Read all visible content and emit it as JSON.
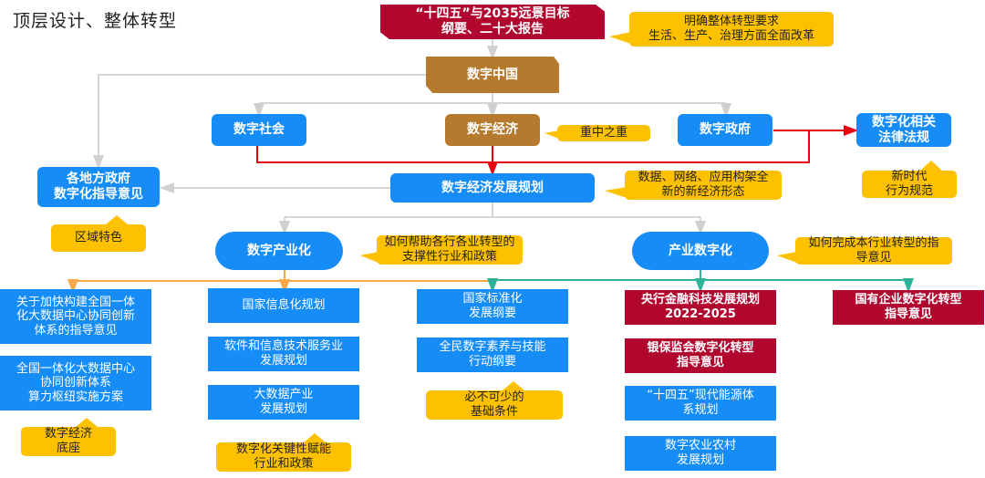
{
  "title": "顶层设计、整体转型",
  "colors": {
    "blue": "#168cf7",
    "crimson": "#b1072f",
    "brown": "#b67a2e",
    "note_yellow": "#fec100",
    "connector_gray": "#d6d6d6",
    "connector_red": "#e60012",
    "connector_orange": "#f8a84a",
    "connector_teal": "#2fb29a"
  },
  "top": {
    "source": "“十四五”与2035远景目标\n纲要、二十大报告",
    "source_note": "明确整体转型要求\n生活、生产、治理方面全面改革",
    "digital_china": "数字中国"
  },
  "level2": {
    "society": "数字社会",
    "economy": "数字经济",
    "economy_note": "重中之重",
    "government": "数字政府",
    "law": "数字化相关\n法律法规",
    "law_note": "新时代\n行为规范"
  },
  "level3": {
    "plan": "数字经济发展规划",
    "plan_note": "数据、网络、应用构架全\n新的新经济形态",
    "local_gov": "各地方政府\n数字化指导意见",
    "local_note": "区域特色"
  },
  "branches": {
    "industrialization": "数字产业化",
    "industrialization_note": "如何帮助各行各业转型的\n支撑性行业和政策",
    "digitalization": "产业数字化",
    "digitalization_note": "如何完成本行业转型的指\n导意见"
  },
  "columns": [
    {
      "items": [
        "关于加快构建全国一体\n化大数据中心协同创新\n体系的指导意见",
        "全国一体化大数据中心\n协同创新体系\n算力枢纽实施方案"
      ],
      "note": "数字经济\n底座"
    },
    {
      "items": [
        "国家信息化规划",
        "软件和信息技术服务业\n发展规划",
        "大数据产业\n发展规划"
      ],
      "note": "数字化关键性赋能\n行业和政策"
    },
    {
      "items": [
        "国家标准化\n发展纲要",
        "全民数字素养与技能\n行动纲要"
      ],
      "note": "必不可少的\n基础条件"
    },
    {
      "items": [
        "央行金融科技发展规划\n2022-2025",
        "银保监会数字化转型\n指导意见",
        "“十四五”现代能源体\n系规划",
        "数字农业农村\n发展规划"
      ]
    },
    {
      "items": [
        "国有企业数字化转型\n指导意见"
      ]
    }
  ]
}
